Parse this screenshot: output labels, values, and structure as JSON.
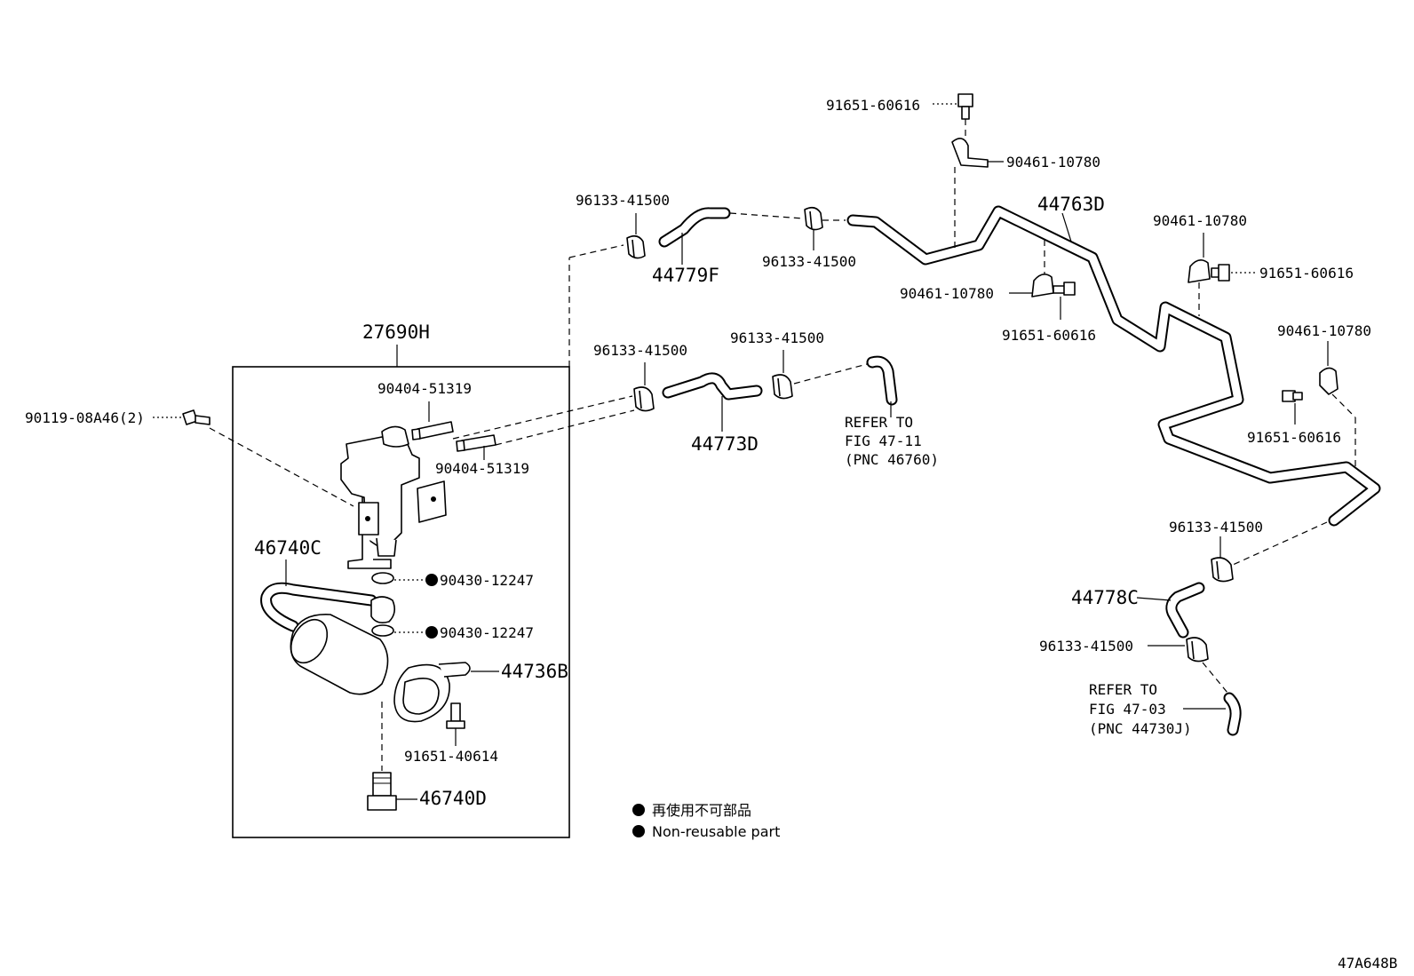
{
  "labels": {
    "p91651_60616_top": "91651-60616",
    "p90461_10780_top": "90461-10780",
    "p96133_41500_a": "96133-41500",
    "p44779F": "44779F",
    "p96133_41500_b": "96133-41500",
    "p44763D": "44763D",
    "p90461_10780_mid": "90461-10780",
    "p91651_60616_mid": "91651-60616",
    "p90461_10780_right": "90461-10780",
    "p91651_60616_right": "91651-60616",
    "p90461_10780_far": "90461-10780",
    "p91651_60616_far": "91651-60616",
    "p27690H": "27690H",
    "p90404_51319_a": "90404-51319",
    "p90404_51319_b": "90404-51319",
    "p90119_08A46": "90119-08A46(2)",
    "p96133_41500_c": "96133-41500",
    "p96133_41500_d": "96133-41500",
    "p44773D": "44773D",
    "p46740C": "46740C",
    "p90430_12247_a": "90430-12247",
    "p90430_12247_b": "90430-12247",
    "p44736B": "44736B",
    "p91651_40614": "91651-40614",
    "p46740D": "46740D",
    "p96133_41500_e": "96133-41500",
    "p44778C": "44778C",
    "p96133_41500_f": "96133-41500"
  },
  "refs": {
    "ref1_line1": "REFER TO",
    "ref1_line2": "FIG 47-11",
    "ref1_line3": "(PNC 46760)",
    "ref2_line1": "REFER TO",
    "ref2_line2": "FIG 47-03",
    "ref2_line3": "(PNC 44730J)"
  },
  "legend": {
    "japanese": "再使用不可部品",
    "english": "Non-reusable part"
  },
  "figure_id": "47A648B"
}
